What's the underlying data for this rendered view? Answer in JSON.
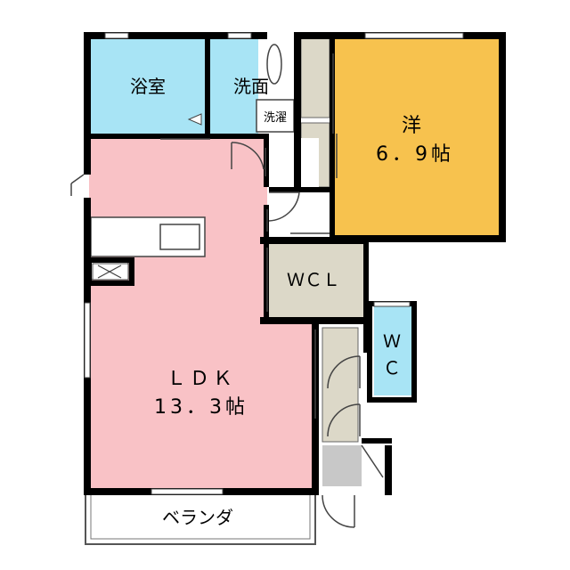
{
  "rooms": {
    "bath": {
      "label": "浴室",
      "color": "#a8e4f5"
    },
    "washroom": {
      "label": "洗面",
      "color": "#a8e4f5"
    },
    "laundry": {
      "label": "洗濯"
    },
    "western": {
      "label": "洋",
      "size": "6．9帖",
      "color": "#f7c24e"
    },
    "ldk": {
      "label": "ＬＤＫ",
      "size": "13．3帖",
      "color": "#f9c2c6"
    },
    "wcl": {
      "label": "ＷＣＬ",
      "color": "#dcd8c8"
    },
    "wc": {
      "label_1": "Ｗ",
      "label_2": "Ｃ",
      "color": "#a8e4f5"
    },
    "balcony": {
      "label": "ベランダ"
    }
  },
  "colors": {
    "wall": "#000000",
    "storage": "#dcd8c8",
    "entrance": "#c8c8c8"
  }
}
